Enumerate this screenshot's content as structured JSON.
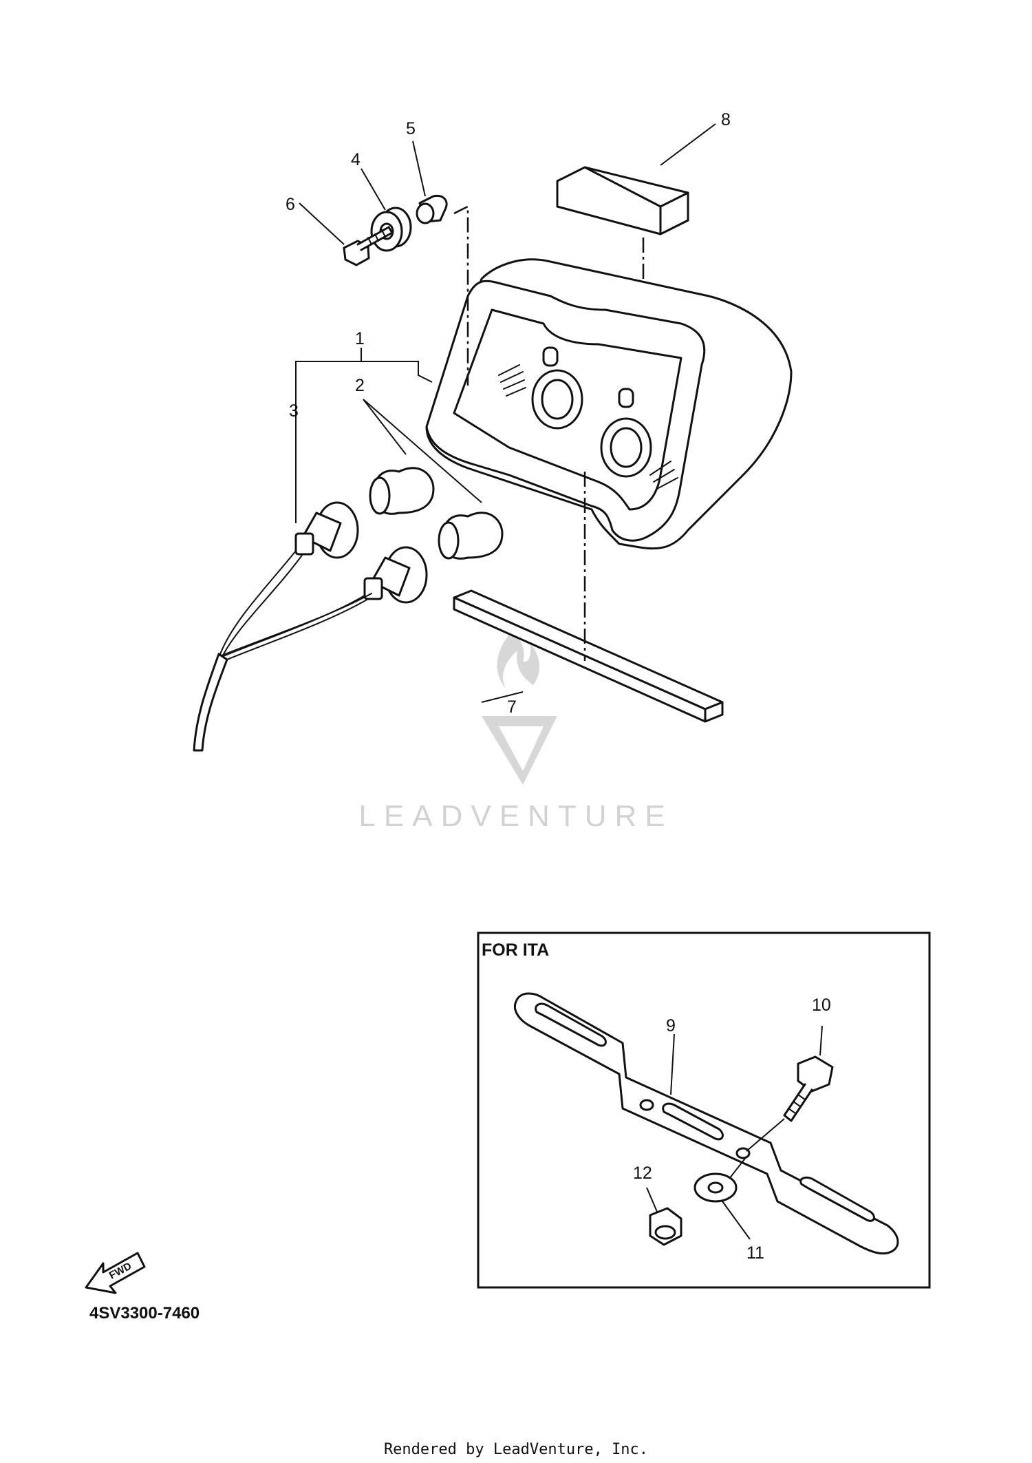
{
  "callouts": {
    "c1": "1",
    "c2": "2",
    "c3": "3",
    "c4": "4",
    "c5": "5",
    "c6": "6",
    "c7": "7",
    "c8": "8",
    "c9": "9",
    "c10": "10",
    "c11": "11",
    "c12": "12"
  },
  "inset": {
    "title": "FOR ITA"
  },
  "fwd_label": "FWD",
  "diagram_code": "4SV3300-7460",
  "watermark": "LEADVENTURE",
  "footer": "Rendered by LeadVenture, Inc."
}
